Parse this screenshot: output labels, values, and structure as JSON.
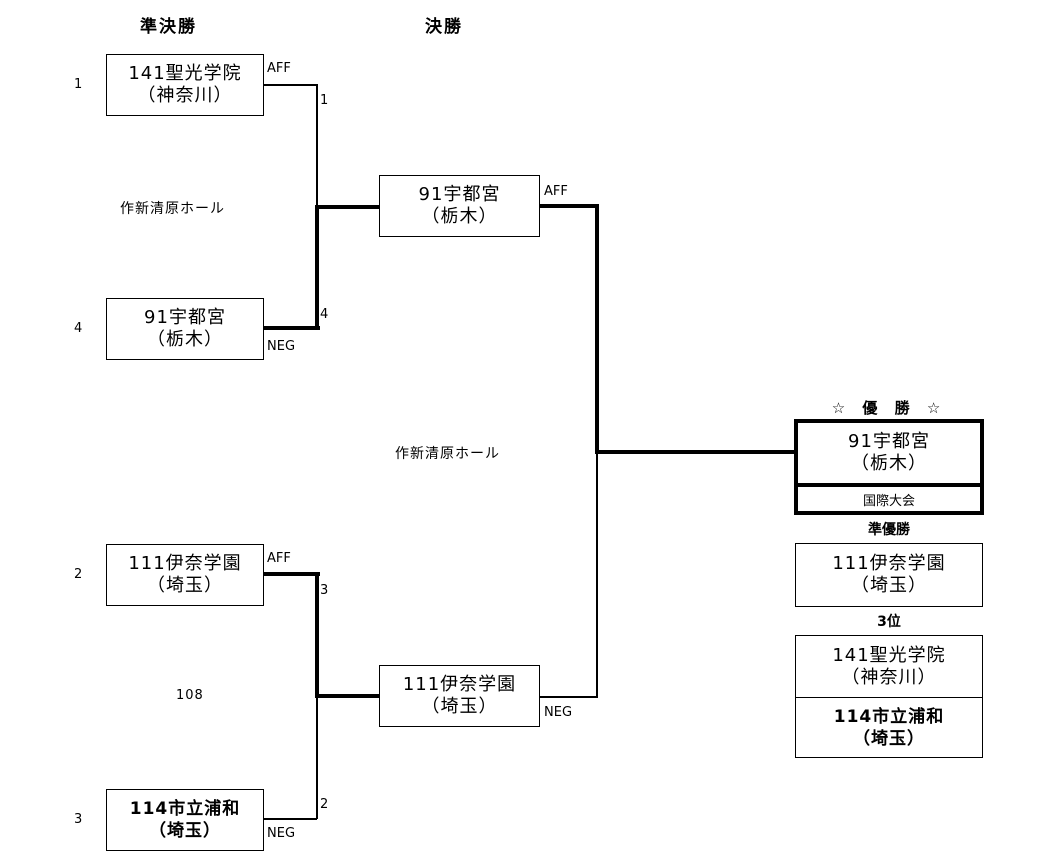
{
  "headers": {
    "semi": "準決勝",
    "final": "決勝"
  },
  "seeds": {
    "s1": "1",
    "s4": "4",
    "s2": "2",
    "s3": "3"
  },
  "semi_teams": {
    "t1": {
      "line1": "141聖光学院",
      "line2": "（神奈川）"
    },
    "t4": {
      "line1": "91宇都宮",
      "line2": "（栃木）"
    },
    "t2": {
      "line1": "111伊奈学園",
      "line2": "（埼玉）"
    },
    "t3": {
      "line1": "114市立浦和",
      "line2": "（埼玉）"
    }
  },
  "final_teams": {
    "top": {
      "line1": "91宇都宮",
      "line2": "（栃木）"
    },
    "bottom": {
      "line1": "111伊奈学園",
      "line2": "（埼玉）"
    }
  },
  "tags": {
    "aff": "AFF",
    "neg": "NEG"
  },
  "scores": {
    "m1_top": "1",
    "m1_bottom": "4",
    "m2_top": "3",
    "m2_bottom": "2"
  },
  "venues": {
    "semi1": "作新清原ホール",
    "final": "作新清原ホール",
    "semi2": "108"
  },
  "results": {
    "champion_label": "☆ 優 勝 ☆",
    "champion": {
      "line1": "91宇都宮",
      "line2": "（栃木）"
    },
    "award": "国際大会",
    "runner_up_label": "準優勝",
    "runner_up": {
      "line1": "111伊奈学園",
      "line2": "（埼玉）"
    },
    "third_label": "3位",
    "third_a": {
      "line1": "141聖光学院",
      "line2": "（神奈川）"
    },
    "third_b": {
      "line1": "114市立浦和",
      "line2": "（埼玉）"
    }
  }
}
